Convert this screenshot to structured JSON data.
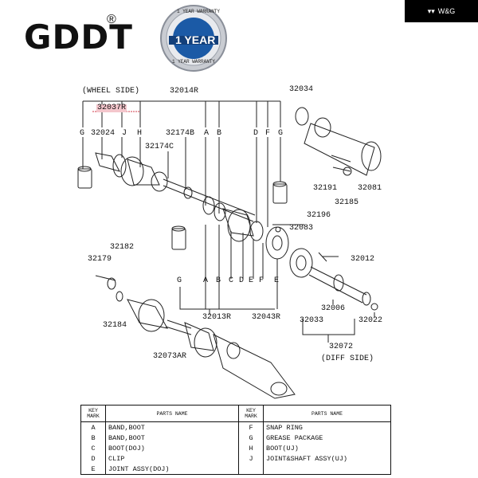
{
  "brand": {
    "name": "GDDT",
    "reg_mark": "®"
  },
  "badge": {
    "top_text": "1 YEAR WARRANTY",
    "main_text": "1 YEAR",
    "bottom_text": "1 YEAR WARRANTY"
  },
  "corner_tag": {
    "glyph": "▾▾",
    "text": "W&G"
  },
  "diagram": {
    "wheel_side": "(WHEEL SIDE)",
    "diff_side": "(DIFF SIDE)",
    "parts": {
      "p32014R": "32014R",
      "p32037R": "32037R",
      "p32024": "32024",
      "p32174B": "32174B",
      "p32174C": "32174C",
      "p32034": "32034",
      "p32191": "32191",
      "p32081": "32081",
      "p32185": "32185",
      "p32196": "32196",
      "p32083": "32083",
      "p32182": "32182",
      "p32179": "32179",
      "p32012": "32012",
      "p32006": "32006",
      "p32013R": "32013R",
      "p32043R": "32043R",
      "p32033": "32033",
      "p32022": "32022",
      "p32184": "32184",
      "p32073AR": "32073AR",
      "p32072": "32072"
    },
    "top_keys": [
      "G",
      "J",
      "H",
      "A",
      "B",
      "D",
      "F",
      "G"
    ],
    "bottom_keys": [
      "G",
      "A",
      "B",
      "C",
      "D",
      "E",
      "F",
      "E"
    ]
  },
  "legend": {
    "header_key": "KEY MARK",
    "header_parts": "PARTS NAME",
    "rows": [
      {
        "k1": "A",
        "p1": "BAND,BOOT",
        "k2": "F",
        "p2": "SNAP RING"
      },
      {
        "k1": "B",
        "p1": "BAND,BOOT",
        "k2": "G",
        "p2": "GREASE PACKAGE"
      },
      {
        "k1": "C",
        "p1": "BOOT(DOJ)",
        "k2": "H",
        "p2": "BOOT(UJ)"
      },
      {
        "k1": "D",
        "p1": "CLIP",
        "k2": "J",
        "p2": "JOINT&SHAFT ASSY(UJ)"
      },
      {
        "k1": "E",
        "p1": "JOINT ASSY(DOJ)",
        "k2": "",
        "p2": ""
      }
    ]
  }
}
